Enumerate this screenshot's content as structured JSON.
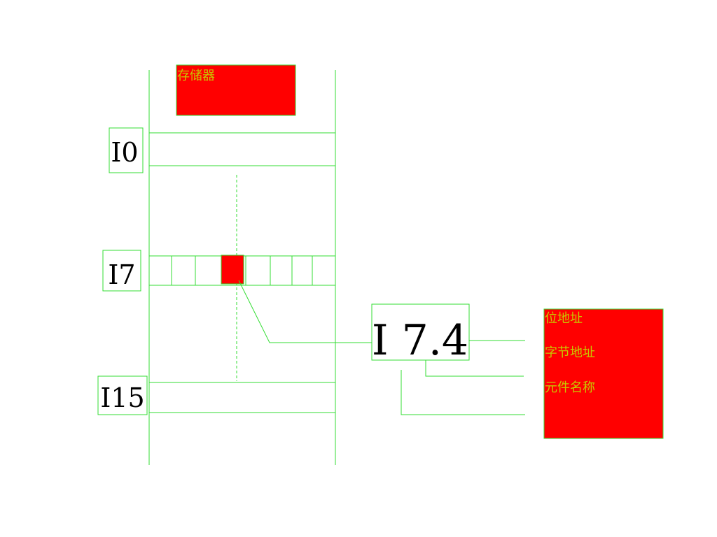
{
  "memory": {
    "title": "存储器",
    "rows": [
      {
        "label": "I0"
      },
      {
        "label": "I7"
      },
      {
        "label": "I15"
      }
    ]
  },
  "address": {
    "value": "I 7.4"
  },
  "legend": {
    "items": [
      "位地址",
      "字节地址",
      "元件名称"
    ]
  },
  "colors": {
    "line": "#33dd33",
    "highlight": "#ff0000",
    "label_text": "#c8c800"
  }
}
